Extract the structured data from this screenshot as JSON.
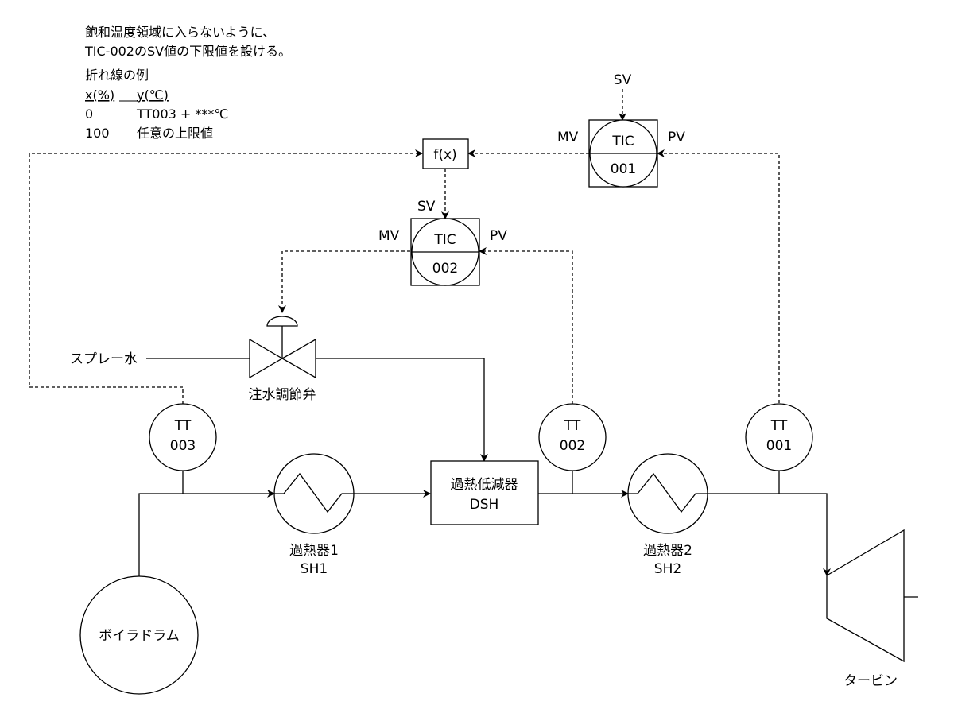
{
  "note": {
    "line1": "飽和温度領域に入らないように、",
    "line2": "TIC-002のSV値の下限値を設ける。",
    "table_title": "折れ線の例",
    "col_x": "x(%)",
    "col_y": "y(℃)",
    "row1_x": "0",
    "row1_y": "TT003 + ***℃",
    "row2_x": "100",
    "row2_y": "任意の上限値"
  },
  "tic001": {
    "tag": "TIC",
    "number": "001",
    "sv": "SV",
    "mv": "MV",
    "pv": "PV"
  },
  "tic002": {
    "tag": "TIC",
    "number": "002",
    "sv": "SV",
    "mv": "MV",
    "pv": "PV"
  },
  "function_block": "f(x)",
  "spray_water": "スプレー水",
  "valve_label": "注水調節弁",
  "tt003": {
    "tag": "TT",
    "number": "003"
  },
  "tt002": {
    "tag": "TT",
    "number": "002"
  },
  "tt001": {
    "tag": "TT",
    "number": "001"
  },
  "sh1": {
    "name": "過熱器1",
    "code": "SH1"
  },
  "sh2": {
    "name": "過熱器2",
    "code": "SH2"
  },
  "dsh": {
    "name": "過熱低減器",
    "code": "DSH"
  },
  "drum": "ボイラドラム",
  "turbine": "タービン"
}
